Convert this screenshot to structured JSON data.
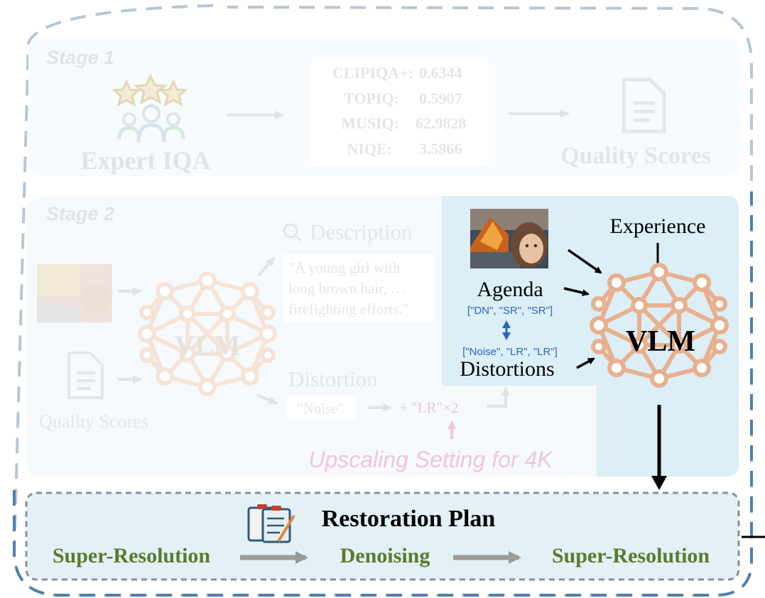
{
  "stage1": {
    "label": "Stage 1",
    "expert_label": "Expert IQA",
    "quality_scores_label": "Quality Scores",
    "metrics": [
      {
        "name": "CLIPIQA+:",
        "value": "0.6344"
      },
      {
        "name": "TOPIQ:",
        "value": "0.5907"
      },
      {
        "name": "MUSIQ:",
        "value": "62.9828"
      },
      {
        "name": "NIQE:",
        "value": "3.5966"
      }
    ]
  },
  "stage2": {
    "label": "Stage 2",
    "vlm_label": "VLM",
    "quality_scores_label": "Quality Scores",
    "description_label": "Description",
    "description_text": [
      "\"A young girl with",
      "long brown hair, …",
      "firefighting efforts.\""
    ],
    "distortion_label": "Distortion",
    "distortion_value": "\"Noise\"",
    "distortion_add": "+ \"LR\"×2",
    "upscaling_note": "Upscaling Setting for 4K"
  },
  "planner": {
    "experience_label": "Experience",
    "agenda_label": "Agenda",
    "agenda_list": "[\"DN\", \"SR\", \"SR\"]",
    "distortions_list": "[\"Noise\", \"LR\", \"LR\"]",
    "distortions_label": "Distortions",
    "vlm_label": "VLM"
  },
  "plan": {
    "title": "Restoration Plan",
    "steps": [
      "Super-Resolution",
      "Denoising",
      "Super-Resolution"
    ]
  },
  "colors": {
    "dash_blue": "#4f7fae",
    "faded_text": "#dde2e6",
    "vlm_orange": "#e7b393",
    "step_green": "#5a7a2e",
    "list_blue": "#2d66b3",
    "pink": "#f0c6d5",
    "highlight_blue": "#dceef6"
  }
}
